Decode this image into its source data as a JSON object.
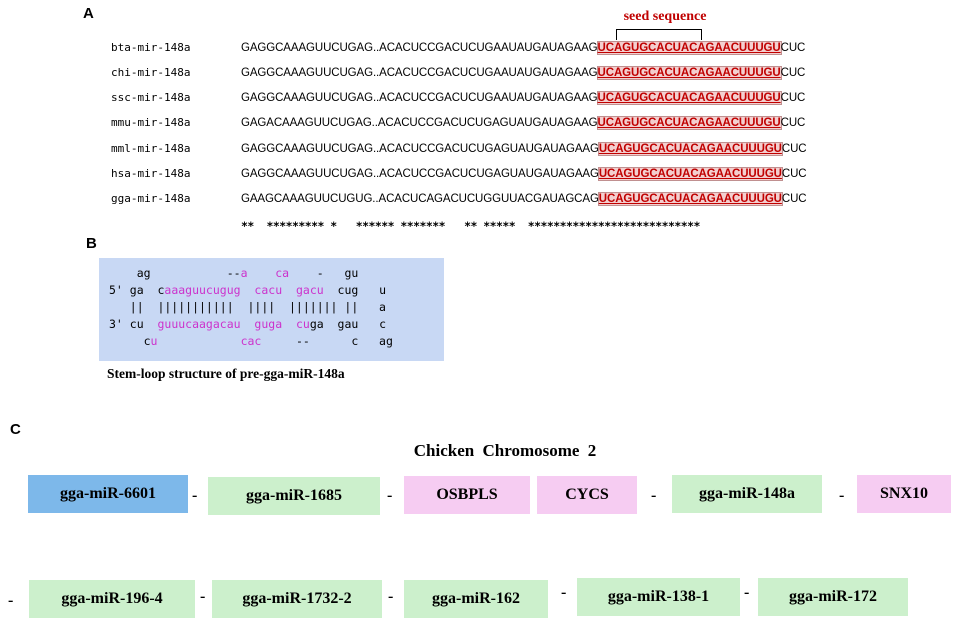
{
  "panels": {
    "a": "A",
    "b": "B",
    "c": "C"
  },
  "alignment": {
    "seed_label": "seed sequence",
    "rows": [
      {
        "name": "bta-mir-148a",
        "prefix": "GAGGCAAAGUUCUGAG..ACACUCCGACUCUGAAUAUGAUAGAAG",
        "seed": "UCAGUGCACUACAGAACUUUGU",
        "suffix": "CUC"
      },
      {
        "name": "chi-mir-148a",
        "prefix": "GAGGCAAAGUUCUGAG..ACACUCCGACUCUGAAUAUGAUAGAAG",
        "seed": "UCAGUGCACUACAGAACUUUGU",
        "suffix": "CUC"
      },
      {
        "name": "ssc-mir-148a",
        "prefix": "GAGGCAAAGUUCUGAG..ACACUCCGACUCUGAAUAUGAUAGAAG",
        "seed": "UCAGUGCACUACAGAACUUUGU",
        "suffix": "CUC"
      },
      {
        "name": "mmu-mir-148a",
        "prefix": "GAGACAAAGUUCUGAG..ACACUCCGACUCUGAGUAUGAUAGAAG",
        "seed": "UCAGUGCACUACAGAACUUUGU",
        "suffix": "CUC"
      },
      {
        "name": "mml-mir-148a",
        "prefix": "GAGGCAAAGUUCUGAG..ACACUCCGACUCUGAGUAUGAUAGAAG",
        "seed": "UCAGUGCACUACAGAACUUUGU",
        "suffix": "CUC"
      },
      {
        "name": "hsa-mir-148a",
        "prefix": "GAGGCAAAGUUCUGAG..ACACUCCGACUCUGAGUAUGAUAGAAG",
        "seed": "UCAGUGCACUACAGAACUUUGU",
        "suffix": "CUC"
      },
      {
        "name": "gga-mir-148a",
        "prefix": "GAAGCAAAGUUCUGUG..ACACUCAGACUCUGGUUACGAUAGCAG",
        "seed": "UCAGUGCACUACAGAACUUUGU",
        "suffix": "CUC"
      }
    ],
    "conservation": "**  ********* *   ****** *******   ** *****  ***************************"
  },
  "stemloop": {
    "lines": [
      [
        {
          "t": "    ag           --",
          "c": "k"
        },
        {
          "t": "a",
          "c": "p"
        },
        {
          "t": "    ",
          "c": "k"
        },
        {
          "t": "ca",
          "c": "p"
        },
        {
          "t": "    -   gu",
          "c": "k"
        }
      ],
      [
        {
          "t": "5' ga  c",
          "c": "k"
        },
        {
          "t": "aaaguucugug",
          "c": "p"
        },
        {
          "t": "  ",
          "c": "k"
        },
        {
          "t": "cacu",
          "c": "p"
        },
        {
          "t": "  ",
          "c": "k"
        },
        {
          "t": "gacu",
          "c": "p"
        },
        {
          "t": "  cug   u",
          "c": "k"
        }
      ],
      [
        {
          "t": "   ||  |||||||||||  ||||  ||||||| ||   a",
          "c": "k"
        }
      ],
      [
        {
          "t": "3' cu  ",
          "c": "k"
        },
        {
          "t": "guuucaagacau",
          "c": "p"
        },
        {
          "t": "  ",
          "c": "k"
        },
        {
          "t": "guga",
          "c": "p"
        },
        {
          "t": "  ",
          "c": "k"
        },
        {
          "t": "cu",
          "c": "p"
        },
        {
          "t": "ga  gau   c",
          "c": "k"
        }
      ],
      [
        {
          "t": "     c",
          "c": "k"
        },
        {
          "t": "u",
          "c": "p"
        },
        {
          "t": "            ",
          "c": "k"
        },
        {
          "t": "cac",
          "c": "p"
        },
        {
          "t": "     --      c   ag",
          "c": "k"
        }
      ]
    ],
    "caption": "Stem-loop structure of pre-gga-miR-148a"
  },
  "chromosome": {
    "title": "Chicken   Chromosome 2",
    "dash": "-",
    "row1": [
      "gga-miR-6601",
      "gga-miR-1685",
      "OSBPLS",
      "CYCS",
      "gga-miR-148a",
      "SNX10"
    ],
    "row2": [
      "gga-miR-196-4",
      "gga-miR-1732-2",
      "gga-miR-162",
      "gga-miR-138-1",
      "gga-miR-172"
    ]
  },
  "colors": {
    "seed_red": "#c00000",
    "stemloop_pink": "#cc33cc",
    "stemloop_bg": "#c8d8f4",
    "mirna_green": "#ccf0cc",
    "gene_pink": "#f6ccf2",
    "first_mirna_blue": "#7db8ea"
  }
}
